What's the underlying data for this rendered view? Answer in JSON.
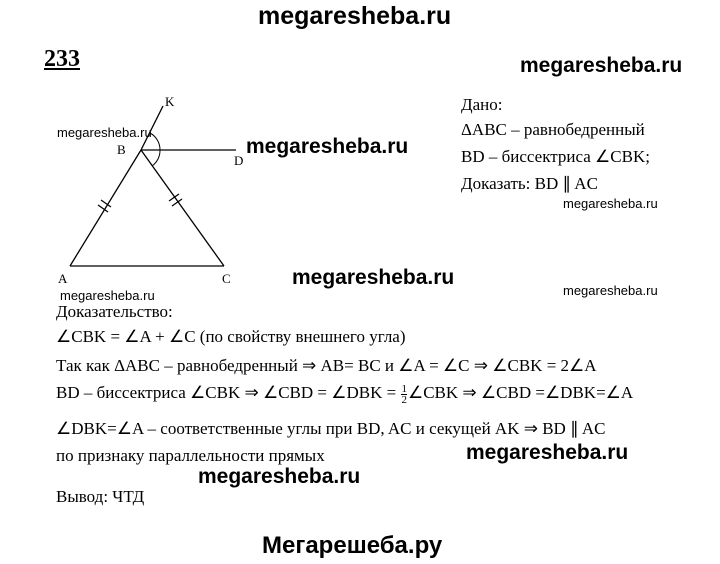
{
  "watermarks": {
    "top": "megaresheba.ru",
    "right_1": "megaresheba.ru",
    "small_1": "megaresheba.ru",
    "center_1": "megaresheba.ru",
    "small_2": "megaresheba.ru",
    "center_2": "megaresheba.ru",
    "small_3": "megaresheba.ru",
    "small_4": "megaresheba.ru",
    "proof_right": "megaresheba.ru",
    "proof_center": "megaresheba.ru",
    "bottom": "Мегарешеба.ру"
  },
  "problem_number": "233",
  "figure": {
    "labels": {
      "A": "A",
      "B": "B",
      "C": "C",
      "D": "D",
      "K": "K"
    }
  },
  "given": {
    "heading": "Дано:",
    "line1": "ΔABC – равнобедренный",
    "line2": "BD – биссектриса  ∠CBK;",
    "line3": "Доказать: BD ∥ AC"
  },
  "proof": {
    "heading": "Доказательство:",
    "line1": "∠CBK = ∠A + ∠C (по свойству внешнего угла)",
    "line2": "Так как ΔABC – равнобедренный ⇒ AB= BC и ∠A = ∠C ⇒ ∠CBK = 2∠A",
    "line3_a": "BD – биссектриса ∠CBK ⇒ ∠CBD = ∠DBK =",
    "line3_frac_num": "1",
    "line3_frac_den": "2",
    "line3_b": "∠CBK ⇒ ∠CBD =∠DBK=∠A",
    "line4": "∠DBK=∠A – соответственные углы  при BD, AC и секущей AK ⇒ BD ∥ AC",
    "line5": "по признаку параллельности прямых",
    "conclusion": "Вывод: ЧТД"
  }
}
